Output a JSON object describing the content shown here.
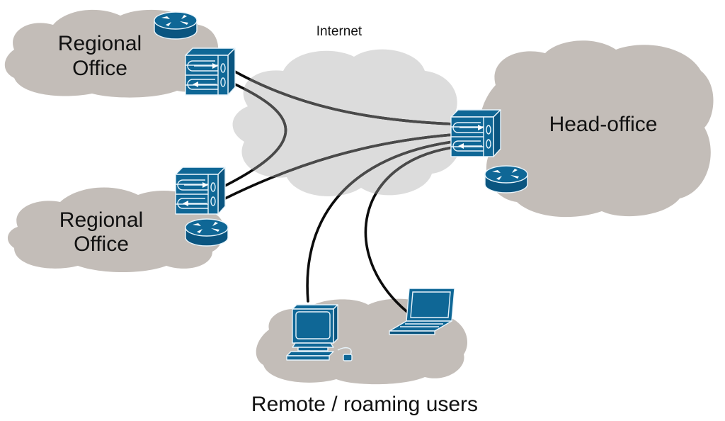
{
  "diagram": {
    "type": "network-topology",
    "colors": {
      "site_cloud": "#c3bdb8",
      "internet_cloud": "#dcdcdc",
      "device": "#0f6796",
      "link": "#0c0c0c"
    },
    "internet": {
      "label": "Internet"
    },
    "sites": {
      "regional_top": {
        "label_line1": "Regional",
        "label_line2": "Office",
        "devices": [
          "router",
          "firewall"
        ]
      },
      "regional_bottom": {
        "label_line1": "Regional",
        "label_line2": "Office",
        "devices": [
          "firewall",
          "router"
        ]
      },
      "head_office": {
        "label": "Head-office",
        "devices": [
          "firewall",
          "router"
        ]
      },
      "remote": {
        "label": "Remote / roaming users",
        "devices": [
          "desktop-computer",
          "laptop"
        ]
      }
    },
    "links": [
      {
        "from": "regional_top.firewall",
        "to": "head_office.firewall"
      },
      {
        "from": "regional_top.firewall",
        "to": "regional_bottom.firewall"
      },
      {
        "from": "regional_bottom.firewall",
        "to": "head_office.firewall"
      },
      {
        "from": "remote.desktop-computer",
        "to": "head_office.firewall"
      },
      {
        "from": "remote.laptop",
        "to": "head_office.firewall"
      }
    ]
  }
}
